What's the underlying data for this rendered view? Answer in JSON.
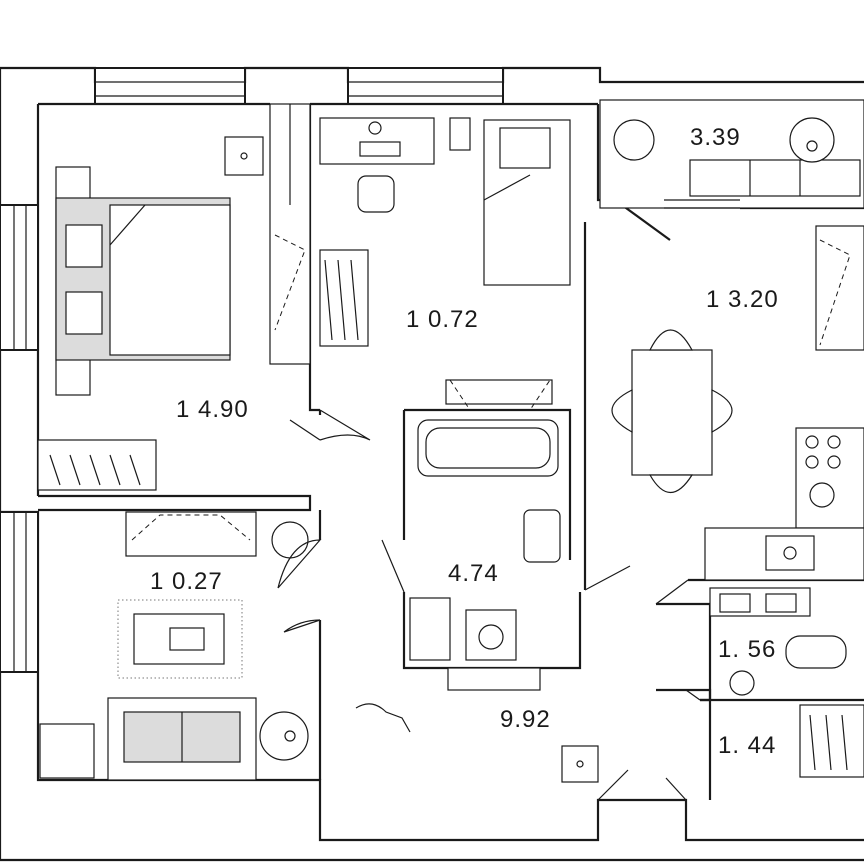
{
  "rooms": [
    {
      "id": "bedroom-master",
      "area": "1 4.90"
    },
    {
      "id": "bedroom-child",
      "area": "1 0.72"
    },
    {
      "id": "balcony",
      "area": "3.39"
    },
    {
      "id": "kitchen-living",
      "area": "1 3.20"
    },
    {
      "id": "bathroom",
      "area": "4.74"
    },
    {
      "id": "bedroom-small",
      "area": "1 0.27"
    },
    {
      "id": "wc",
      "area": "1. 56"
    },
    {
      "id": "storage",
      "area": "1. 44"
    },
    {
      "id": "hallway",
      "area": "9.92"
    }
  ]
}
